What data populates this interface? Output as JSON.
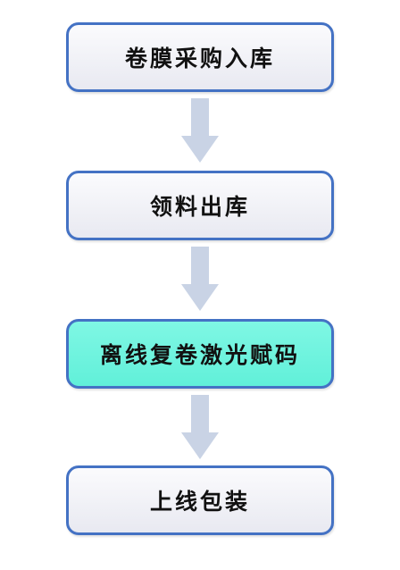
{
  "flowchart": {
    "steps": [
      {
        "label": "卷膜采购入库",
        "highlighted": false
      },
      {
        "label": "领料出库",
        "highlighted": false
      },
      {
        "label": "离线复卷激光赋码",
        "highlighted": true
      },
      {
        "label": "上线包装",
        "highlighted": false
      }
    ],
    "colors": {
      "box_border": "#4472c4",
      "box_fill": "#ecedf3",
      "highlight_fill": "#6ff2dd",
      "arrow": "#c9d3e5"
    }
  }
}
